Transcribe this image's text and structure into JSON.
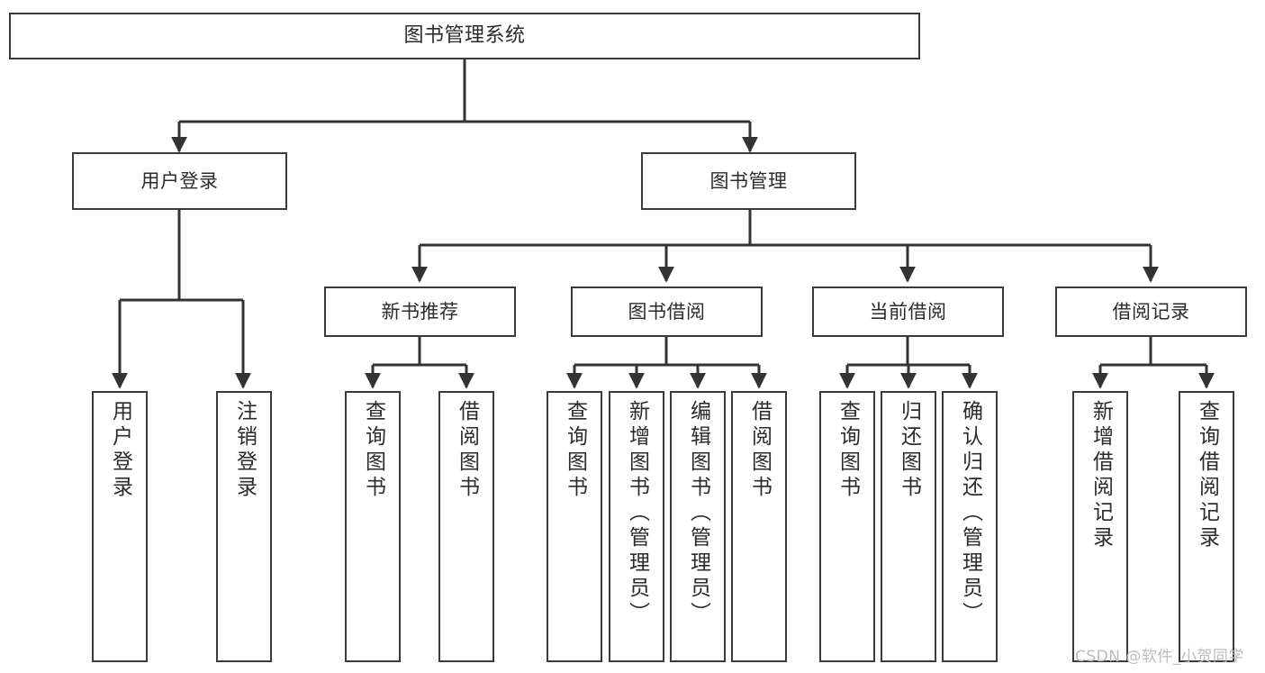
{
  "diagram": {
    "type": "tree-hierarchy",
    "title": "图书管理系统",
    "watermark": "CSDN @软件_小贺同学",
    "colors": {
      "box_border": "#3b3b3b",
      "box_fill": "#ffffff",
      "edge": "#333333",
      "text": "#2b2b2b",
      "watermark": "#bcbcbc",
      "background": "#ffffff"
    },
    "nodes": {
      "root": {
        "label": "图书管理系统"
      },
      "level1": [
        {
          "id": "user-login",
          "label": "用户登录"
        },
        {
          "id": "book-manage",
          "label": "图书管理"
        }
      ],
      "level2": [
        {
          "id": "new-book-rec",
          "label": "新书推荐"
        },
        {
          "id": "book-borrow",
          "label": "图书借阅"
        },
        {
          "id": "current-borrow",
          "label": "当前借阅"
        },
        {
          "id": "borrow-record",
          "label": "借阅记录"
        }
      ],
      "leaves": {
        "user_login": [
          {
            "id": "leaf-user-login",
            "label": "用户登录"
          },
          {
            "id": "leaf-logout",
            "label": "注销登录"
          }
        ],
        "new_book_rec": [
          {
            "id": "leaf-query-book-1",
            "label": "查询图书"
          },
          {
            "id": "leaf-borrow-book-1",
            "label": "借阅图书"
          }
        ],
        "book_borrow": [
          {
            "id": "leaf-query-book-2",
            "label": "查询图书"
          },
          {
            "id": "leaf-add-book",
            "label": "新增图书（管理员）"
          },
          {
            "id": "leaf-edit-book",
            "label": "编辑图书（管理员）"
          },
          {
            "id": "leaf-borrow-book-2",
            "label": "借阅图书"
          }
        ],
        "current_borrow": [
          {
            "id": "leaf-query-book-3",
            "label": "查询图书"
          },
          {
            "id": "leaf-return-book",
            "label": "归还图书"
          },
          {
            "id": "leaf-confirm-return",
            "label": "确认归还（管理员）"
          }
        ],
        "borrow_record": [
          {
            "id": "leaf-add-record",
            "label": "新增借阅记录"
          },
          {
            "id": "leaf-query-record",
            "label": "查询借阅记录"
          }
        ]
      }
    }
  }
}
